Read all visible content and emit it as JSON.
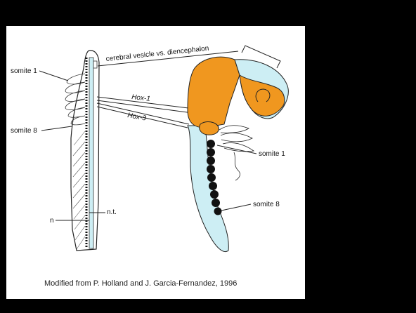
{
  "labels": {
    "somite1_left": "somite 1",
    "somite8_left": "somite 8",
    "n": "n",
    "nt": "n.t.",
    "cerebral": "cerebral vesicle vs. diencephalon",
    "hox1": "Hox-1",
    "hox3": "Hox-3",
    "somite1_right": "somite 1",
    "somite8_right": "somite 8"
  },
  "caption": "Modified from P. Holland and J. Garcia-Fernandez, 1996",
  "colors": {
    "orange": "#f0971f",
    "light_blue": "#cdeef4",
    "somite": "#111111"
  }
}
